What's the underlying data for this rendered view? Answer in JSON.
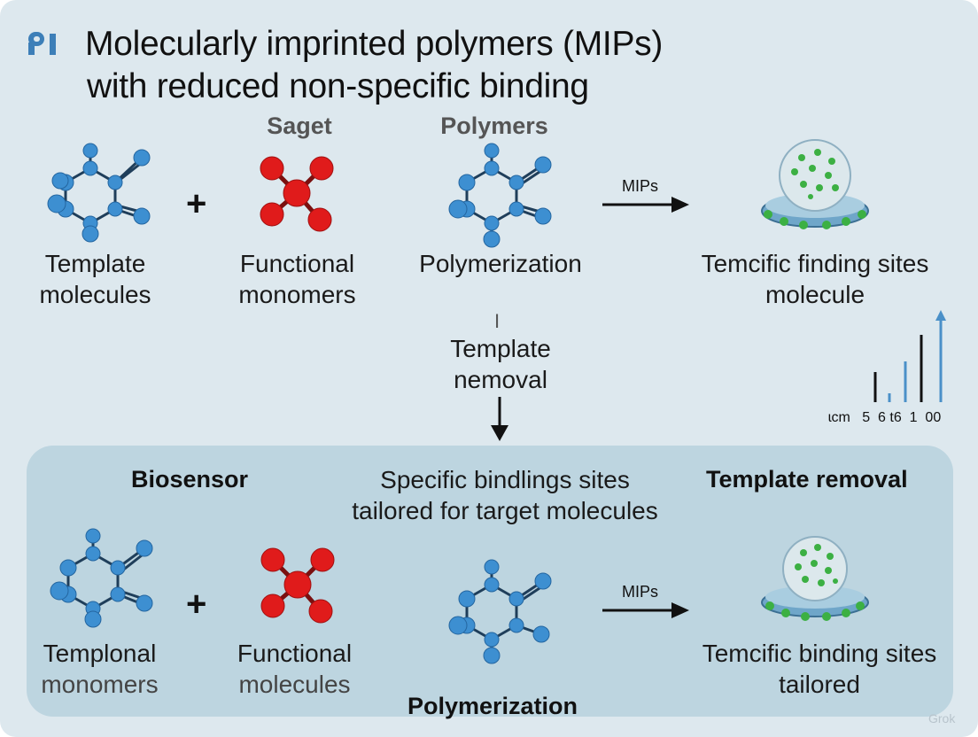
{
  "title": {
    "line1": "Molecularly imprinted polymers (MIPs)",
    "line2": "with reduced non-specific binding"
  },
  "top_row": {
    "template_label": [
      "Template",
      "molecules"
    ],
    "monomer_heading": "Saget",
    "monomer_label": [
      "Functional",
      "monomers"
    ],
    "polymer_heading": "Polymers",
    "polymer_label": [
      "Polymerization"
    ],
    "arrow_label": "MIPs",
    "result_label": [
      "Temcific finding sites",
      "molecule"
    ],
    "plus": "+"
  },
  "middle": {
    "step_mark": "I",
    "step_label": [
      "Template",
      "nemoval"
    ],
    "scale_ticks": [
      "ɩcm",
      "5",
      "6",
      "t6",
      "1",
      "00"
    ]
  },
  "bottom_panel": {
    "left_heading": "Biosensor",
    "center_heading": [
      "Specific bindlings sites",
      "tailored for target molecules"
    ],
    "right_heading": "Template removal",
    "template_label": [
      "Templonal",
      "monomers"
    ],
    "monomer_label": [
      "Functional",
      "molecules"
    ],
    "polymer_label": "Polymerization",
    "arrow_label": "MIPs",
    "result_label": [
      "Temcific binding sites",
      "tailored"
    ],
    "plus": "+"
  },
  "watermark": "Grok",
  "colors": {
    "background": "#dde8ee",
    "panel": "#bdd5e0",
    "blue_atom": "#3d8fd1",
    "red_atom": "#e01b1b",
    "green_dot": "#3cb043",
    "disk": "#6fa6c9"
  }
}
